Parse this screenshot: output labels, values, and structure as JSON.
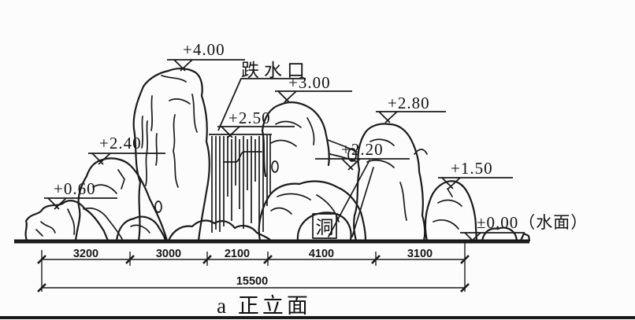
{
  "title": "a 正立面",
  "annotations": {
    "waterfall_outlet": "跌水口",
    "cave": "洞"
  },
  "elevations": {
    "peak": "+4.00",
    "upper_mid": "+3.00",
    "right_upper": "+2.80",
    "waterfall_crest": "+2.50",
    "left_upper": "+2.40",
    "mid_ledge": "+2.20",
    "right_lower": "+1.50",
    "left_lower": "+0.60",
    "water_level": "±0.00（水面）"
  },
  "dimensions": {
    "segments": [
      "3200",
      "3000",
      "2100",
      "4100",
      "3100"
    ],
    "total": "15500"
  },
  "colors": {
    "ink": "#1b1b1b",
    "background": "#fcfcfc"
  }
}
